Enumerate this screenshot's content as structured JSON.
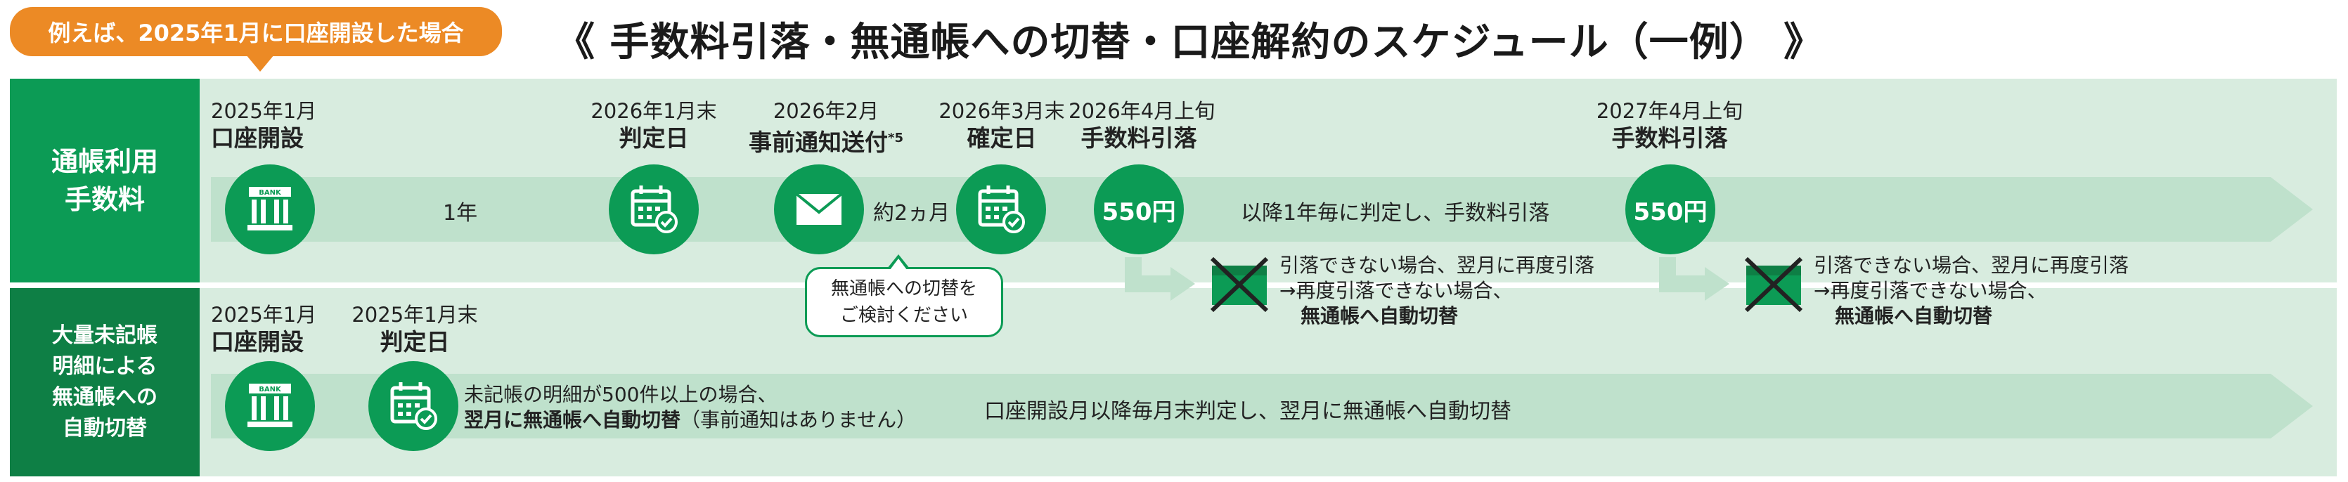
{
  "header": {
    "example_tag": "例えば、2025年1月に口座開設した場合",
    "title": "《 手数料引落・無通帳への切替・口座解約のスケジュール（一例） 》"
  },
  "rows": {
    "passbook_fee": {
      "label_line1": "通帳利用",
      "label_line2": "手数料"
    },
    "unrecorded": {
      "label_line1": "大量未記帳",
      "label_line2": "明細による",
      "label_line3": "無通帳への",
      "label_line4": "自動切替"
    }
  },
  "timeline1": {
    "open_date": "2025年1月",
    "open_label": "口座開設",
    "judge_date": "2026年1月末",
    "judge_label": "判定日",
    "notice_date": "2026年2月",
    "notice_label": "事前通知送付",
    "notice_note": "*5",
    "confirm_date": "2026年3月末",
    "confirm_label": "確定日",
    "fee_date": "2026年4月上旬",
    "fee_label": "手数料引落",
    "fee2_date": "2027年4月上旬",
    "fee2_label": "手数料引落",
    "span_1year": "1年",
    "span_2months": "約2ヵ月",
    "after_text": "以降1年毎に判定し、手数料引落",
    "price1": "550円",
    "price2": "550円",
    "bubble_line1": "無通帳への切替を",
    "bubble_line2": "ご検討ください",
    "fail1_line1": "引落できない場合、翌月に再度引落",
    "fail1_line2": "→再度引落できない場合、",
    "fail1_line3": "無通帳へ自動切替",
    "fail2_line1": "引落できない場合、翌月に再度引落",
    "fail2_line2": "→再度引落できない場合、",
    "fail2_line3": "無通帳へ自動切替"
  },
  "timeline2": {
    "open_date": "2025年1月",
    "open_label": "口座開設",
    "judge_date": "2025年1月末",
    "judge_label": "判定日",
    "note_line1": "未記帳の明細が500件以上の場合、",
    "note_line2_bold": "翌月に無通帳へ自動切替",
    "note_line2_rest": "（事前通知はありません）",
    "after_text": "口座開設月以降毎月末判定し、翌月に無通帳へ自動切替"
  },
  "icons": {
    "bank_label": "BANK"
  },
  "colors": {
    "green": "#0c9b55",
    "dark_green": "#0e7f45",
    "band": "#d8ecdf",
    "arrow": "#bfe1cc",
    "orange": "#ec8a25"
  }
}
